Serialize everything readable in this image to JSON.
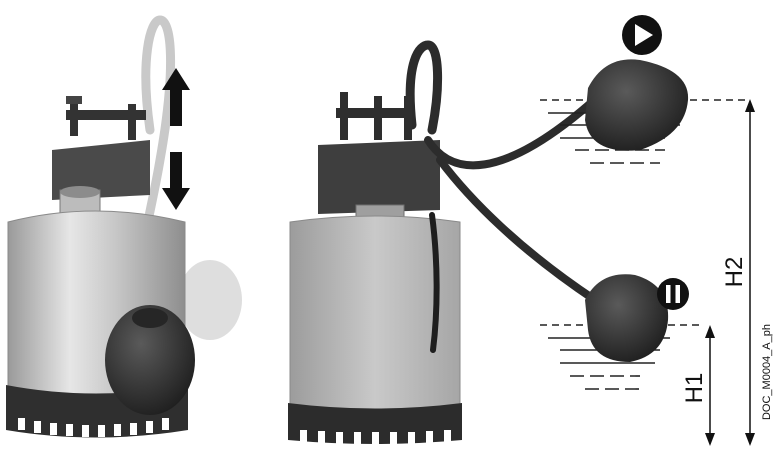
{
  "labels": {
    "h1": "H1",
    "h2": "H2",
    "doc_code": "DOC_M0004_A_ph"
  },
  "icons": {
    "start": "play-icon",
    "stop": "pause-icon",
    "move_up": "arrow-up-icon",
    "move_down": "arrow-down-icon"
  },
  "colors": {
    "background": "#ffffff",
    "pump_body": "#bdbdbd",
    "pump_dark": "#3a3a3a",
    "float": "#2f2f2f",
    "marker": "#111111"
  }
}
